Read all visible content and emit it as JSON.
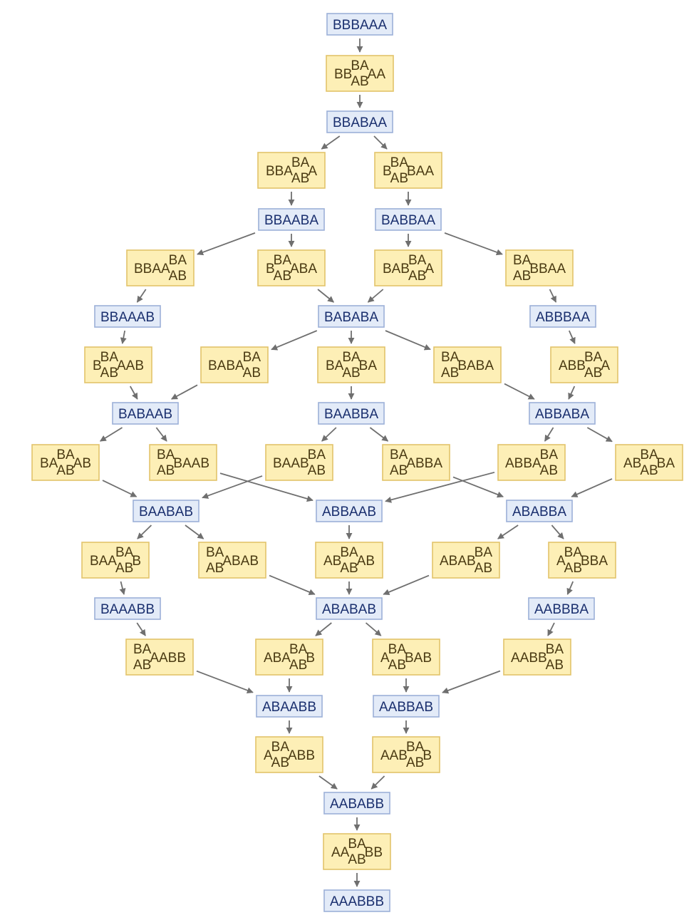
{
  "colors": {
    "state_fill": "#e3ebf8",
    "state_stroke": "#9cb0d8",
    "state_text": "#1a2f6e",
    "event_fill": "#fdefb6",
    "event_stroke": "#e2c36a",
    "event_text": "#4a3a12",
    "edge": "#6f6f6f"
  },
  "states": [
    {
      "id": "s0",
      "label": "BBBAAA"
    },
    {
      "id": "s1",
      "label": "BBABAA"
    },
    {
      "id": "s2a",
      "label": "BBAABA"
    },
    {
      "id": "s2b",
      "label": "BABBAA"
    },
    {
      "id": "s3a",
      "label": "BBAAAB"
    },
    {
      "id": "s3b",
      "label": "BABABA"
    },
    {
      "id": "s3c",
      "label": "ABBBAA"
    },
    {
      "id": "s4a",
      "label": "BABAAB"
    },
    {
      "id": "s4b",
      "label": "BAABBA"
    },
    {
      "id": "s4c",
      "label": "ABBABA"
    },
    {
      "id": "s5a",
      "label": "BAABAB"
    },
    {
      "id": "s5b",
      "label": "ABBAAB"
    },
    {
      "id": "s5c",
      "label": "ABABBA"
    },
    {
      "id": "s6a",
      "label": "BAAABB"
    },
    {
      "id": "s6b",
      "label": "ABABAB"
    },
    {
      "id": "s6c",
      "label": "AABBBA"
    },
    {
      "id": "s7a",
      "label": "ABAABB"
    },
    {
      "id": "s7b",
      "label": "AABBAB"
    },
    {
      "id": "s8",
      "label": "AABABB"
    },
    {
      "id": "s9",
      "label": "AAABBB"
    }
  ],
  "events": [
    {
      "id": "e01",
      "pre": "BB",
      "post": "AA",
      "from": "s0",
      "to": "s1"
    },
    {
      "id": "e12a",
      "pre": "BBA",
      "post": "A",
      "from": "s1",
      "to": "s2a"
    },
    {
      "id": "e12b",
      "pre": "B",
      "post": "BAA",
      "from": "s1",
      "to": "s2b"
    },
    {
      "id": "e2a3a",
      "pre": "BBAA",
      "post": "",
      "from": "s2a",
      "to": "s3a"
    },
    {
      "id": "e2a3b",
      "pre": "B",
      "post": "ABA",
      "from": "s2a",
      "to": "s3b"
    },
    {
      "id": "e2b3b",
      "pre": "BAB",
      "post": "A",
      "from": "s2b",
      "to": "s3b"
    },
    {
      "id": "e2b3c",
      "pre": "",
      "post": "BBAA",
      "from": "s2b",
      "to": "s3c"
    },
    {
      "id": "e3a4a",
      "pre": "B",
      "post": "AAB",
      "from": "s3a",
      "to": "s4a"
    },
    {
      "id": "e3b4a",
      "pre": "BABA",
      "post": "",
      "from": "s3b",
      "to": "s4a"
    },
    {
      "id": "e3b4b",
      "pre": "BA",
      "post": "BA",
      "from": "s3b",
      "to": "s4b"
    },
    {
      "id": "e3b4c",
      "pre": "",
      "post": "BABA",
      "from": "s3b",
      "to": "s4c"
    },
    {
      "id": "e3c4c",
      "pre": "ABB",
      "post": "A",
      "from": "s3c",
      "to": "s4c"
    },
    {
      "id": "e4a5a1",
      "pre": "BA",
      "post": "AB",
      "from": "s4a",
      "to": "s5a"
    },
    {
      "id": "e4a5b",
      "pre": "",
      "post": "BAAB",
      "from": "s4a",
      "to": "s5b"
    },
    {
      "id": "e4b5a",
      "pre": "BAAB",
      "post": "",
      "from": "s4b",
      "to": "s5a"
    },
    {
      "id": "e4b5c",
      "pre": "",
      "post": "ABBA",
      "from": "s4b",
      "to": "s5c"
    },
    {
      "id": "e4c5b",
      "pre": "ABBA",
      "post": "",
      "from": "s4c",
      "to": "s5b"
    },
    {
      "id": "e4c5c",
      "pre": "AB",
      "post": "BA",
      "from": "s4c",
      "to": "s5c"
    },
    {
      "id": "e5a6a",
      "pre": "BAA",
      "post": "B",
      "from": "s5a",
      "to": "s6a"
    },
    {
      "id": "e5a6b",
      "pre": "",
      "post": "ABAB",
      "from": "s5a",
      "to": "s6b"
    },
    {
      "id": "e5b6b",
      "pre": "AB",
      "post": "AB",
      "from": "s5b",
      "to": "s6b"
    },
    {
      "id": "e5c6b",
      "pre": "ABAB",
      "post": "",
      "from": "s5c",
      "to": "s6b"
    },
    {
      "id": "e5c6c",
      "pre": "A",
      "post": "BBA",
      "from": "s5c",
      "to": "s6c"
    },
    {
      "id": "e6a7a",
      "pre": "",
      "post": "AABB",
      "from": "s6a",
      "to": "s7a"
    },
    {
      "id": "e6b7a",
      "pre": "ABA",
      "post": "B",
      "from": "s6b",
      "to": "s7a"
    },
    {
      "id": "e6b7b",
      "pre": "A",
      "post": "BAB",
      "from": "s6b",
      "to": "s7b"
    },
    {
      "id": "e6c7b",
      "pre": "AABB",
      "post": "",
      "from": "s6c",
      "to": "s7b"
    },
    {
      "id": "e7a8",
      "pre": "A",
      "post": "ABB",
      "from": "s7a",
      "to": "s8"
    },
    {
      "id": "e7b8",
      "pre": "AAB",
      "post": "B",
      "from": "s7b",
      "to": "s8"
    },
    {
      "id": "e89",
      "pre": "AA",
      "post": "BB",
      "from": "s8",
      "to": "s9"
    }
  ],
  "event_top": "BA",
  "event_bottom": "AB"
}
